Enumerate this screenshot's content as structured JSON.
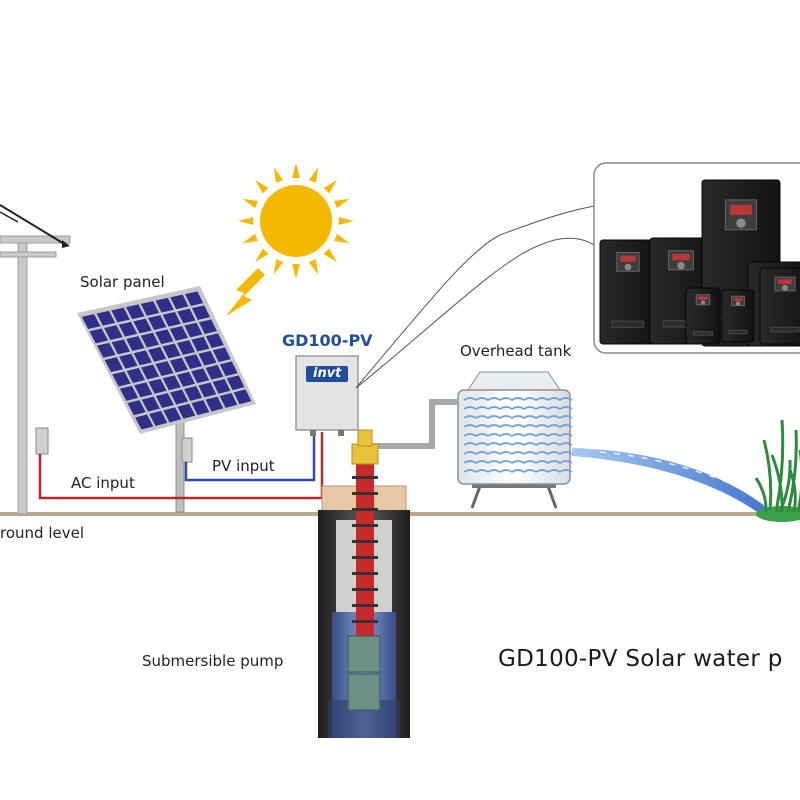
{
  "labels": {
    "solar_panel": "Solar panel",
    "controller_model": "GD100-PV",
    "overhead_tank": "Overhead tank",
    "ac_input": "AC input",
    "pv_input": "PV input",
    "ground_level": "round level",
    "submersible_pump": "Submersible pump",
    "title": "GD100-PV Solar water p"
  },
  "brand": {
    "logo_text": "invt"
  },
  "colors": {
    "sun": "#f5b800",
    "ac_wire": "#b5282b",
    "pv_wire": "#2a4fa8",
    "brand_blue": "#1f4e9c",
    "ground": "#b9a88a",
    "water": "#6f9fd8"
  }
}
